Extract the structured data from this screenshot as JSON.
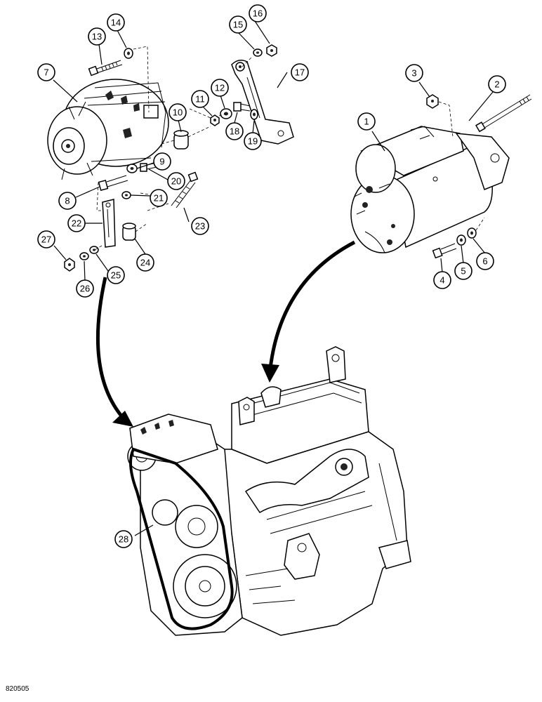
{
  "figure_id": "820505",
  "callouts": [
    {
      "label": "1"
    },
    {
      "label": "2"
    },
    {
      "label": "3"
    },
    {
      "label": "4"
    },
    {
      "label": "5"
    },
    {
      "label": "6"
    },
    {
      "label": "7"
    },
    {
      "label": "8"
    },
    {
      "label": "9"
    },
    {
      "label": "10"
    },
    {
      "label": "11"
    },
    {
      "label": "12"
    },
    {
      "label": "13"
    },
    {
      "label": "14"
    },
    {
      "label": "15"
    },
    {
      "label": "16"
    },
    {
      "label": "17"
    },
    {
      "label": "18"
    },
    {
      "label": "19"
    },
    {
      "label": "20"
    },
    {
      "label": "21"
    },
    {
      "label": "22"
    },
    {
      "label": "23"
    },
    {
      "label": "24"
    },
    {
      "label": "25"
    },
    {
      "label": "26"
    },
    {
      "label": "27"
    },
    {
      "label": "28"
    }
  ]
}
